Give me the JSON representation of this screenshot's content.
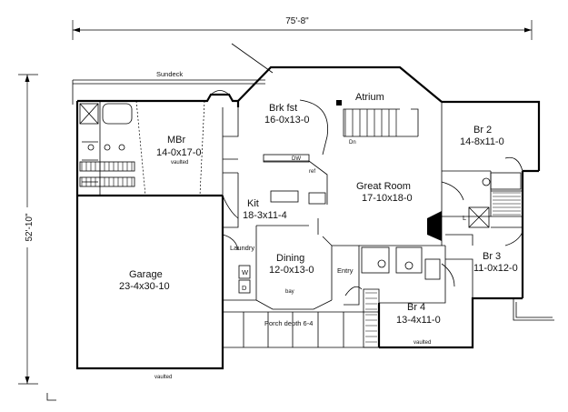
{
  "dimensions": {
    "overall_width": "75'-8\"",
    "overall_depth": "52'-10\""
  },
  "rooms": {
    "sundeck": "Sundeck",
    "atrium": "Atrium",
    "brkfst": {
      "name": "Brk fst",
      "size": "16-0x13-0"
    },
    "mbr": {
      "name": "MBr",
      "size": "14-0x17-0",
      "note": "vaulted"
    },
    "kit": {
      "name": "Kit",
      "size": "18-3x11-4"
    },
    "great_room": {
      "name": "Great Room",
      "size": "17-10x18-0"
    },
    "br2": {
      "name": "Br 2",
      "size": "14-8x11-0"
    },
    "br3": {
      "name": "Br 3",
      "size": "11-0x12-0"
    },
    "br4": {
      "name": "Br 4",
      "size": "13-4x11-0",
      "note": "vaulted"
    },
    "dining": {
      "name": "Dining",
      "size": "12-0x13-0",
      "note": "bay"
    },
    "garage": {
      "name": "Garage",
      "size": "23-4x30-10",
      "note": "vaulted"
    },
    "laundry": "Laundry",
    "entry": "Entry",
    "porch": "Porch depth 6-4"
  },
  "symbols": {
    "dn": "Dn",
    "washer": "W",
    "dryer": "D",
    "dw": "DW",
    "ref": "ref",
    "wic_l": "L"
  },
  "colors": {
    "line": "#000000",
    "background": "#ffffff"
  }
}
